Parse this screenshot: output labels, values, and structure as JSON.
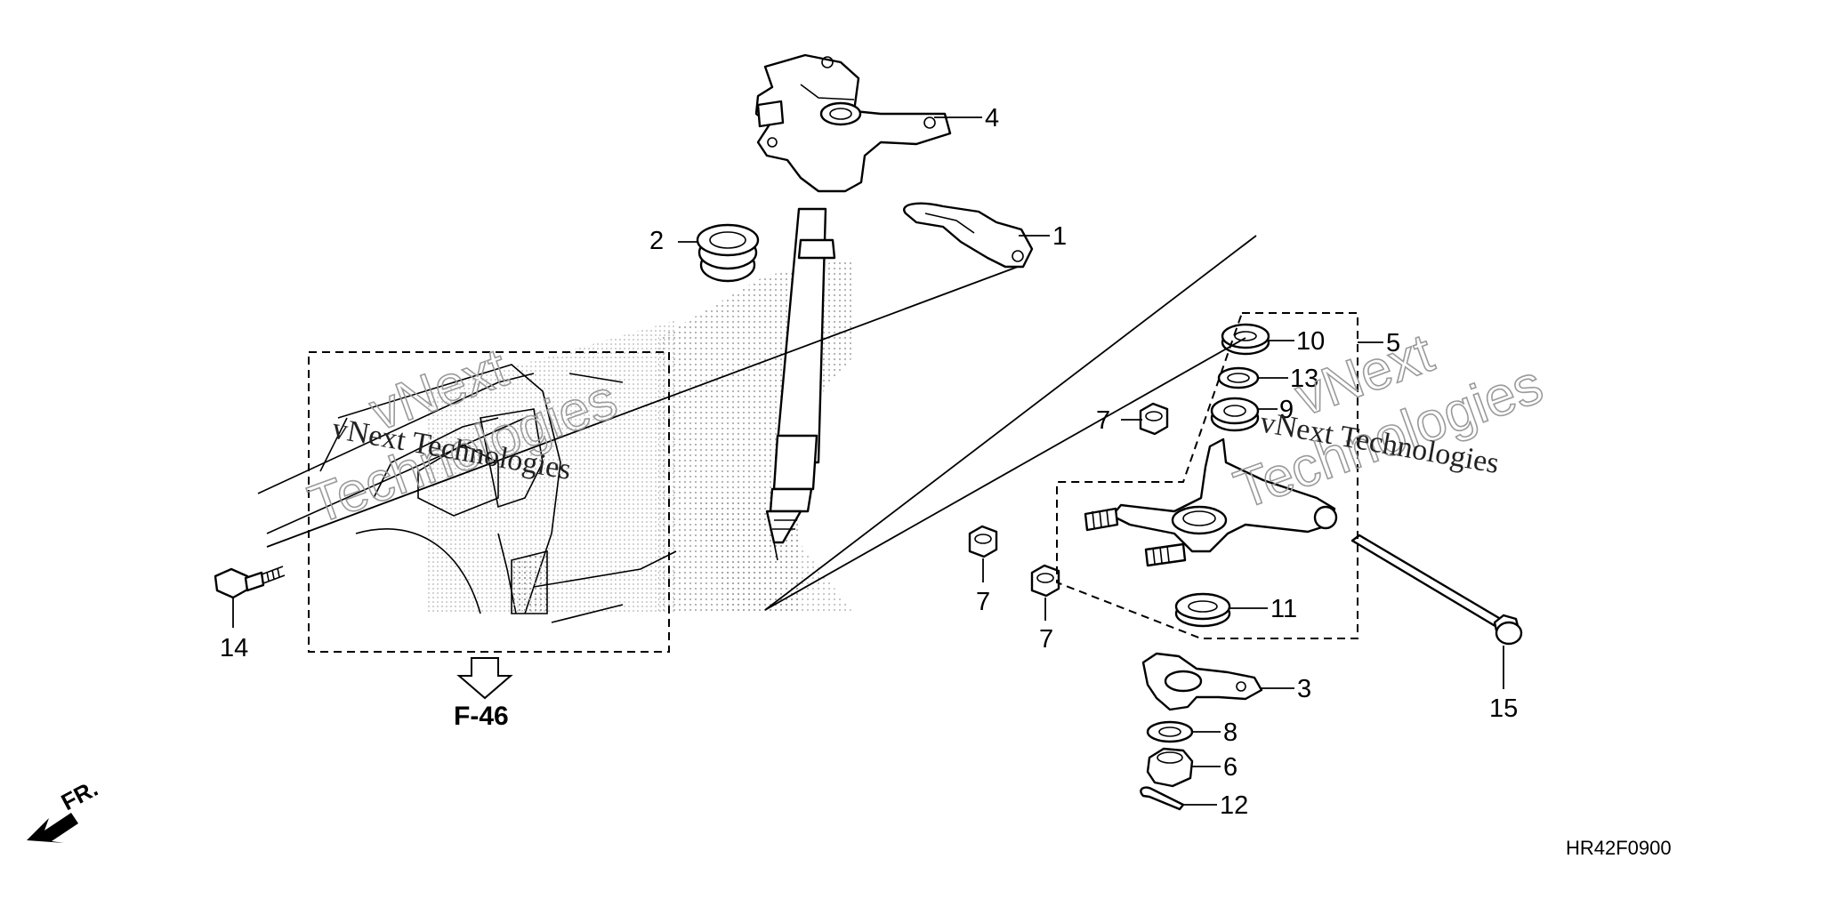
{
  "callouts": {
    "c1": "1",
    "c2": "2",
    "c3": "3",
    "c4": "4",
    "c5": "5",
    "c6": "6",
    "c7a": "7",
    "c7b": "7",
    "c7c": "7",
    "c8": "8",
    "c9": "9",
    "c10": "10",
    "c11": "11",
    "c12": "12",
    "c13": "13",
    "c14": "14",
    "c15": "15"
  },
  "reference": {
    "label": "F-46"
  },
  "direction": {
    "label": "FR."
  },
  "diagram_code": "HR42F0900",
  "watermark": {
    "brand_line1": "vNext",
    "brand_line2": "Technologies",
    "caption": "vNext Technologies"
  }
}
